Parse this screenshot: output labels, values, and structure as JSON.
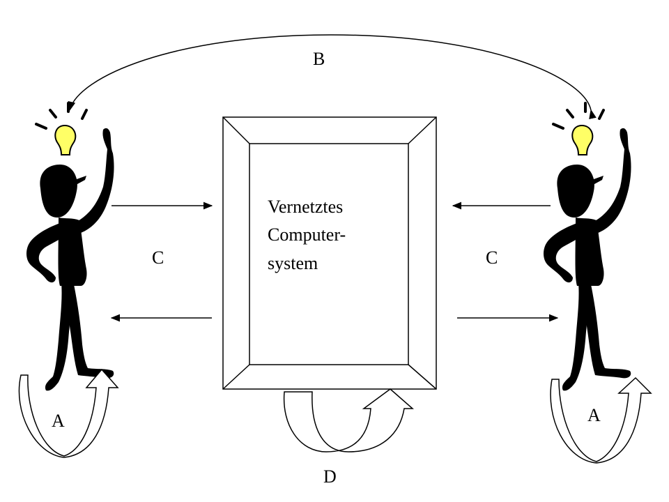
{
  "labels": {
    "a_left": "A",
    "a_right": "A",
    "b": "B",
    "c_left": "C",
    "c_right": "C",
    "d": "D"
  },
  "computer_system": {
    "line1": "Vernetztes",
    "line2": "Computer-",
    "line3": "system"
  },
  "colors": {
    "bulb": "#ffff66",
    "figure": "#000000",
    "frame": "#000000",
    "background": "#ffffff"
  },
  "icons": {
    "person": "thinking-person-icon",
    "idea": "light-bulb-icon"
  }
}
